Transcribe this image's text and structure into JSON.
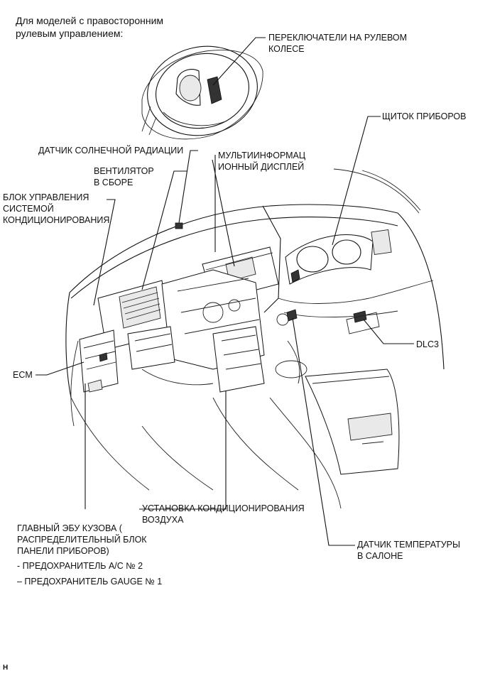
{
  "header_note": {
    "line1": "Для моделей с правосторонним",
    "line2": "рулевым управлением:"
  },
  "labels": {
    "steering_switches": {
      "line1": "ПЕРЕКЛЮЧАТЕЛИ НА РУЛЕВОМ",
      "line2": "КОЛЕСЕ"
    },
    "combination_meter": {
      "line1": "ЩИТОК ПРИБОРОВ"
    },
    "solar_sensor": {
      "line1": "ДАТЧИК СОЛНЕЧНОЙ РАДИАЦИИ"
    },
    "multi_display": {
      "line1": "МУЛЬТИИНФОРМАЦ",
      "line2": "ИОННЫЙ ДИСПЛЕЙ"
    },
    "blower": {
      "line1": "ВЕНТИЛЯТОР",
      "line2": "В СБОРЕ"
    },
    "ac_amplifier": {
      "line1": "БЛОК УПРАВЛЕНИЯ",
      "line2": "СИСТЕМОЙ",
      "line3": "КОНДИЦИОНИРОВАНИЯ"
    },
    "dlc3": {
      "line1": "DLC3"
    },
    "ecm": {
      "line1": "ECM"
    },
    "ac_unit": {
      "line1": "УСТАНОВКА КОНДИЦИОНИРОВАНИЯ",
      "line2": "ВОЗДУХА"
    },
    "main_body_ecu": {
      "line1": "ГЛАВНЫЙ ЭБУ КУЗОВА (",
      "line2": "РАСПРЕДЕЛИТЕЛЬНЫЙ БЛОК",
      "line3": "ПАНЕЛИ ПРИБОРОВ)"
    },
    "room_temp_sensor": {
      "line1": "ДАТЧИК ТЕМПЕРАТУРЫ",
      "line2": "В САЛОНЕ"
    }
  },
  "fuses": {
    "item1": "- ПРЕДОХРАНИТЕЛЬ А/С № 2",
    "item2": "– ПРЕДОХРАНИТЕЛЬ GAUGE № 1"
  },
  "corner_mark": "H"
}
